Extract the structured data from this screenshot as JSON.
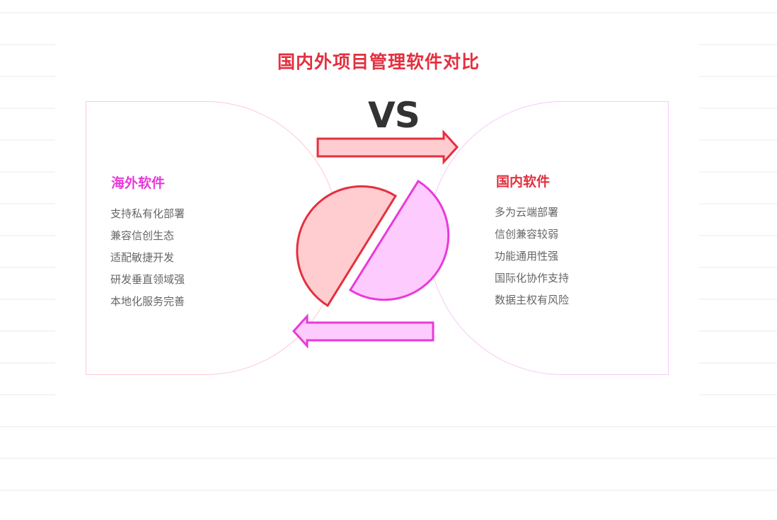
{
  "title": "国内外项目管理软件对比",
  "vs_label": "VS",
  "colors": {
    "overseas": "#e83ad9",
    "domestic": "#e3303f",
    "overseas_fill": "#fdcbfd",
    "domestic_fill": "#ffcccf"
  },
  "overseas": {
    "heading": "海外软件",
    "items": [
      "支持私有化部署",
      "兼容信创生态",
      "适配敏捷开发",
      "研发垂直领域强",
      "本地化服务完善"
    ]
  },
  "domestic": {
    "heading": "国内软件",
    "items": [
      "多为云端部署",
      "信创兼容较弱",
      "功能通用性强",
      "国际化协作支持",
      "数据主权有风险"
    ]
  }
}
